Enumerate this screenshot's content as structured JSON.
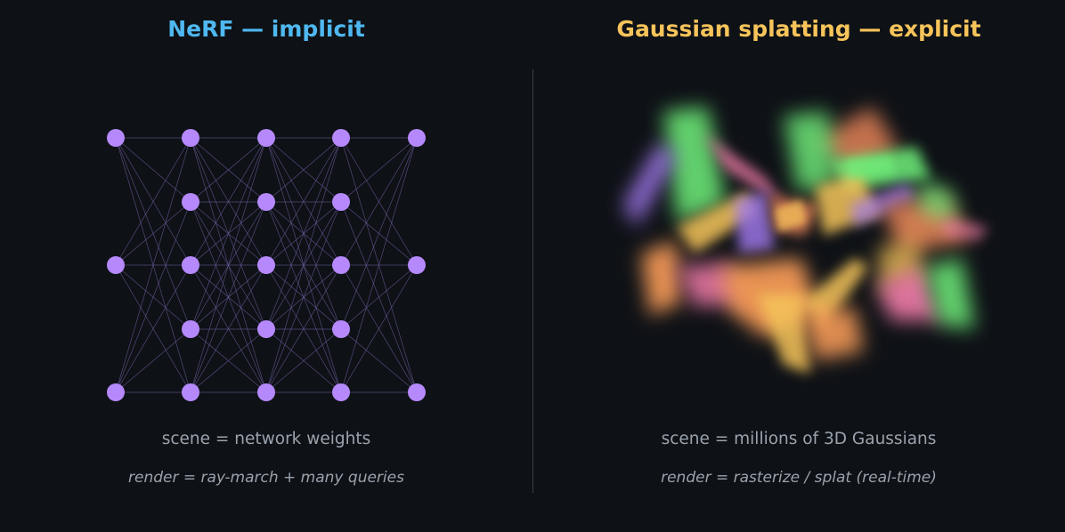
{
  "titles": {
    "left": "NeRF — implicit",
    "right": "Gaussian splatting — explicit"
  },
  "captions": {
    "left_main": "scene = network weights",
    "left_sub": "render = ray-march + many queries",
    "right_main": "scene = millions of 3D Gaussians",
    "right_sub": "render = rasterize / splat (real-time)"
  },
  "colors": {
    "background": "#0e1116",
    "title_left": "#4fb8f0",
    "title_right": "#f6c45a",
    "caption": "#9aa3ad",
    "node": "#b589fb",
    "edge": "#6c5c9c",
    "divider": "#3a3f48",
    "splat_palette": [
      "#6ef07a",
      "#f08a5a",
      "#f07aa8",
      "#f6c45a",
      "#a27af0",
      "#ffa05a"
    ]
  },
  "network": {
    "layer_sizes": [
      3,
      5,
      5,
      5,
      3
    ]
  }
}
